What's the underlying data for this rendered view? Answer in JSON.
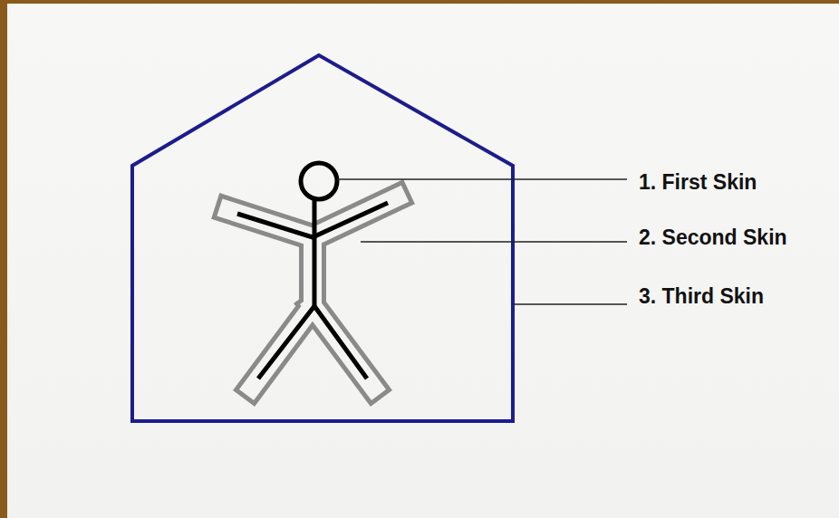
{
  "diagram": {
    "labels": [
      "1. First Skin",
      "2. Second Skin",
      "3. Third Skin"
    ]
  }
}
